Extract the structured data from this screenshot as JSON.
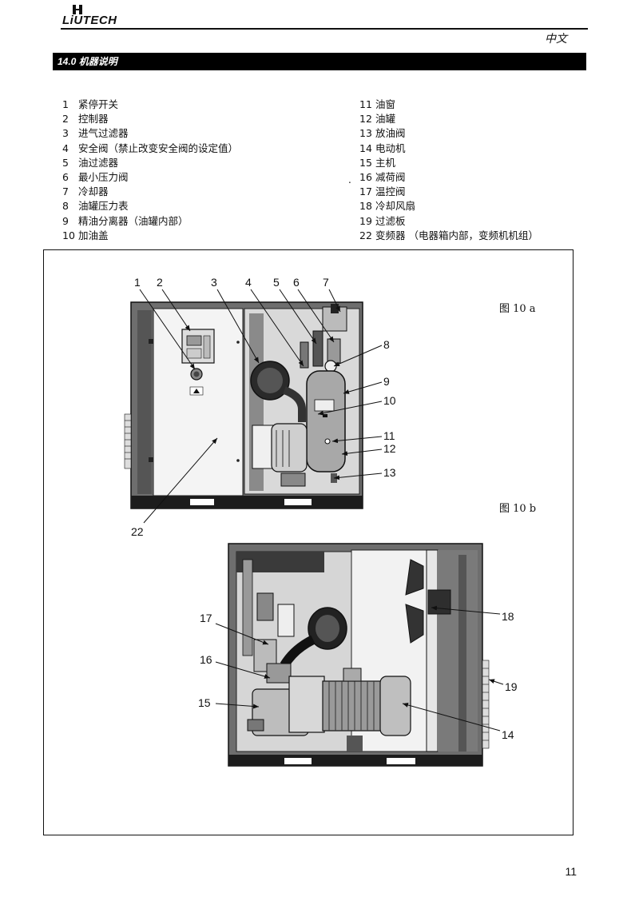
{
  "header": {
    "brand": "LiUTECH",
    "language": "中文"
  },
  "section": {
    "title": "14.0 机器说明"
  },
  "legend": {
    "left": [
      {
        "num": "1",
        "label": "紧停开关"
      },
      {
        "num": "2",
        "label": "控制器"
      },
      {
        "num": "3",
        "label": "进气过滤器"
      },
      {
        "num": "4",
        "label": "安全阀（禁止改变安全阀的设定值）"
      },
      {
        "num": "5",
        "label": "油过滤器"
      },
      {
        "num": "6",
        "label": "最小压力阀"
      },
      {
        "num": "7",
        "label": "冷却器"
      },
      {
        "num": "8",
        "label": "油罐压力表"
      },
      {
        "num": "9",
        "label": "精油分离器（油罐内部）"
      },
      {
        "num": "10",
        "label": "加油盖"
      }
    ],
    "right": [
      {
        "num": "11",
        "label": "油窗"
      },
      {
        "num": "12",
        "label": "油罐"
      },
      {
        "num": "13",
        "label": "放油阀"
      },
      {
        "num": "14",
        "label": "电动机"
      },
      {
        "num": "15",
        "label": "主机"
      },
      {
        "num": "16",
        "label": "减荷阀"
      },
      {
        "num": "17",
        "label": "温控阀"
      },
      {
        "num": "18",
        "label": "冷却风扇"
      },
      {
        "num": "19",
        "label": "过滤板"
      },
      {
        "num": "22",
        "label": "变频器 （电器箱内部，变频机机组）"
      }
    ],
    "stray_mark": "."
  },
  "figure": {
    "caption_a": "图 10 a",
    "caption_b": "图 10 b",
    "callouts_a": [
      "1",
      "2",
      "3",
      "4",
      "5",
      "6",
      "7",
      "8",
      "9",
      "10",
      "11",
      "12",
      "13",
      "22"
    ],
    "callouts_b": [
      "17",
      "16",
      "15",
      "18",
      "19",
      "14"
    ]
  },
  "footer": {
    "page_number": "11"
  }
}
